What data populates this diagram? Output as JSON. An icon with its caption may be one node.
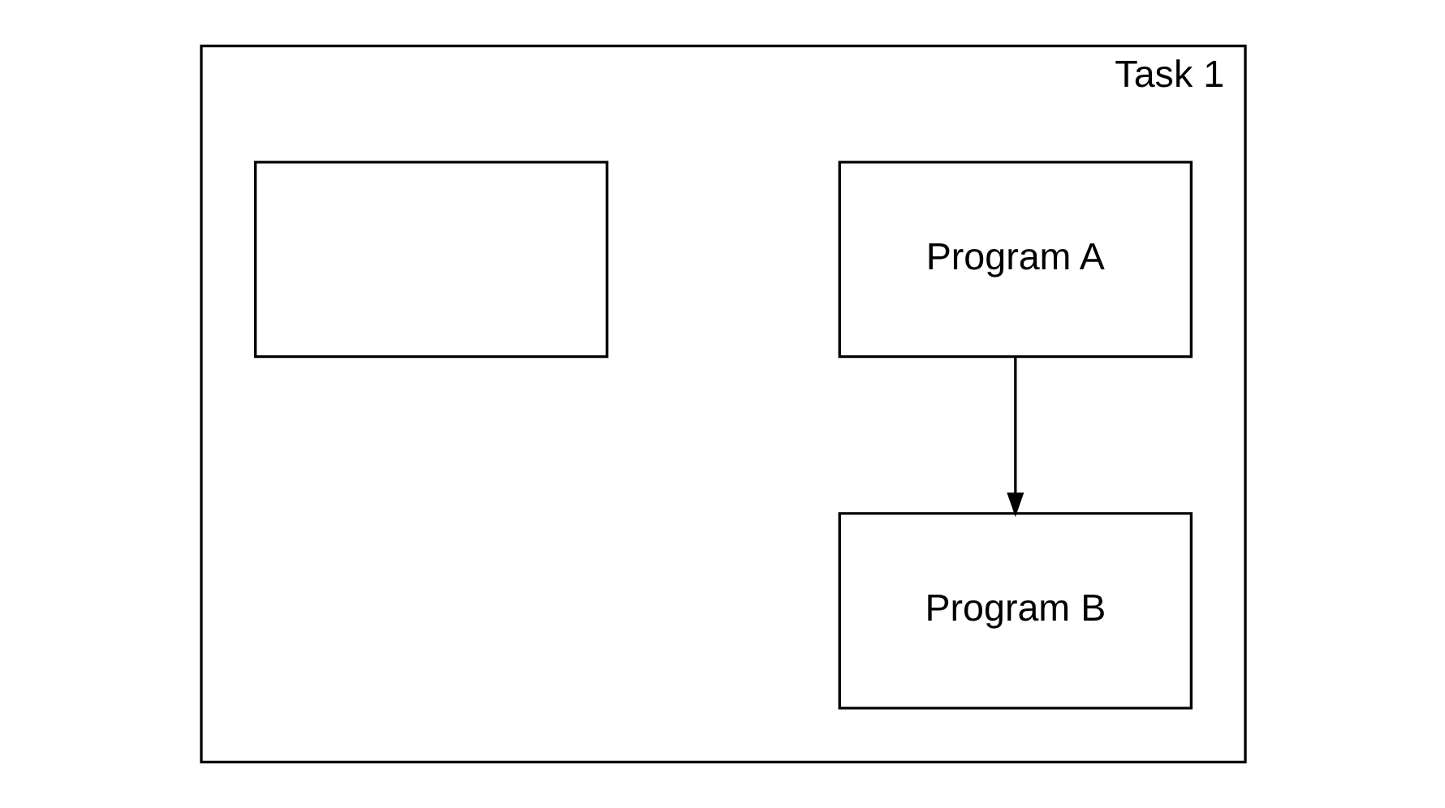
{
  "diagram": {
    "nodes": [
      {
        "text": [
          "Task 1"
        ]
      },
      {
        "text": [
          "Program A"
        ],
        "in": 0
      },
      {
        "text": [
          "Program B"
        ],
        "in": 0
      },
      {
        "text": [],
        "shape": "box",
        "in": 0
      }
    ],
    "edges": [
      {
        "from": 1,
        "to": 2,
        "arrow": "to"
      }
    ]
  }
}
